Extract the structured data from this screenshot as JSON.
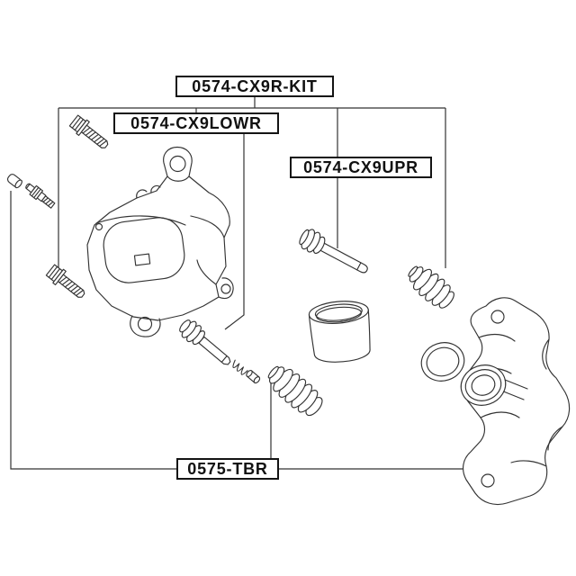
{
  "diagram": {
    "background": "#ffffff",
    "line_color": "#333333",
    "labels": {
      "kit": "0574-CX9R-KIT",
      "lowr": "0574-CX9LOWR",
      "upr": "0574-CX9UPR",
      "tbr": "0575-TBR"
    },
    "parts": [
      "bleeder-cap",
      "bleeder-screw",
      "mounting-bolt-upper",
      "mounting-bolt-lower",
      "caliper-body",
      "lower-guide-pin",
      "pin-spring",
      "pin-bushing",
      "lower-dust-boot",
      "piston",
      "upper-guide-pin",
      "upper-dust-boot",
      "piston-seal-ring",
      "dust-boot-ring",
      "caliper-bracket"
    ]
  }
}
